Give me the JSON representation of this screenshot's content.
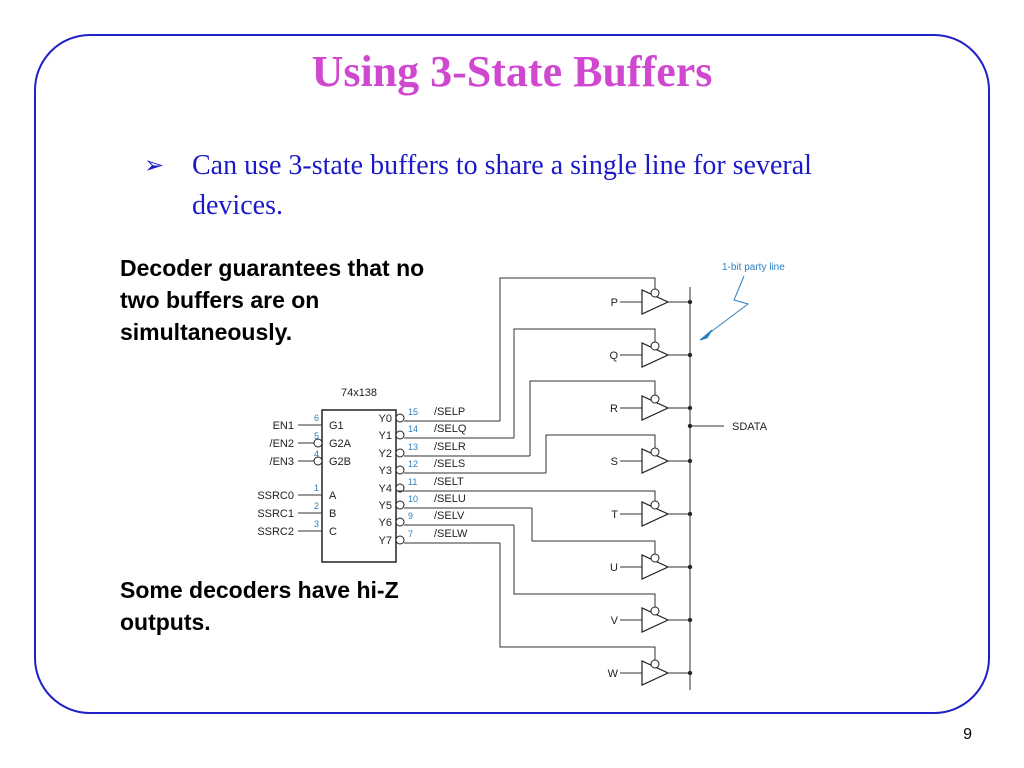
{
  "slide": {
    "title": "Using 3-State Buffers",
    "bullet_symbol": "➢",
    "bullet_text": "Can use 3-state buffers to share a single line for several devices.",
    "note_top": "Decoder guarantees that no two buffers are on simultaneously.",
    "note_bottom": "Some decoders have hi-Z outputs.",
    "page_number": "9"
  },
  "diagram": {
    "chip_name": "74x138",
    "left_pins": [
      {
        "signal": "EN1",
        "pin": "6",
        "name": "G1",
        "inverted": false
      },
      {
        "signal": "/EN2",
        "pin": "5",
        "name": "G2A",
        "inverted": true
      },
      {
        "signal": "/EN3",
        "pin": "4",
        "name": "G2B",
        "inverted": true
      },
      {
        "signal": "SSRC0",
        "pin": "1",
        "name": "A",
        "inverted": false
      },
      {
        "signal": "SSRC1",
        "pin": "2",
        "name": "B",
        "inverted": false
      },
      {
        "signal": "SSRC2",
        "pin": "3",
        "name": "C",
        "inverted": false
      }
    ],
    "outputs": [
      {
        "name": "Y0",
        "pin": "15",
        "signal": "/SELP"
      },
      {
        "name": "Y1",
        "pin": "14",
        "signal": "/SELQ"
      },
      {
        "name": "Y2",
        "pin": "13",
        "signal": "/SELR"
      },
      {
        "name": "Y3",
        "pin": "12",
        "signal": "/SELS"
      },
      {
        "name": "Y4",
        "pin": "11",
        "signal": "/SELT"
      },
      {
        "name": "Y5",
        "pin": "10",
        "signal": "/SELU"
      },
      {
        "name": "Y6",
        "pin": "9",
        "signal": "/SELV"
      },
      {
        "name": "Y7",
        "pin": "7",
        "signal": "/SELW"
      }
    ],
    "buffers": [
      "P",
      "Q",
      "R",
      "S",
      "T",
      "U",
      "V",
      "W"
    ],
    "bus_label": "SDATA",
    "party_line_label": "1-bit party line",
    "accent_color": "#2a7fc0"
  }
}
